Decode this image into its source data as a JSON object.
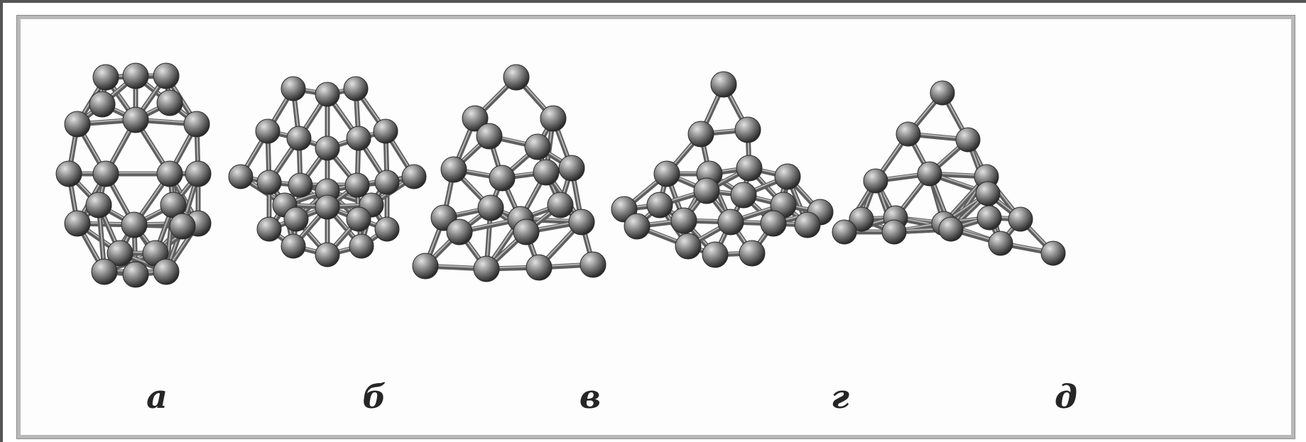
{
  "figure": {
    "panels": [
      {
        "label": "а",
        "shape": "elongated-cluster"
      },
      {
        "label": "б",
        "shape": "compact-polyhedral-cluster"
      },
      {
        "label": "в",
        "shape": "tetrahedral-cluster"
      },
      {
        "label": "г",
        "shape": "truncated-tetrahedral-cluster"
      },
      {
        "label": "д",
        "shape": "small-tetrahedral-cluster"
      }
    ],
    "colors": {
      "atom_light": "#e2e2e2",
      "atom_mid": "#8d8d8d",
      "atom_dark": "#2b2b2b",
      "bond": "#6a6a6a",
      "frame_border": "#b8b8b8",
      "outer_background": "#3a3a3a"
    }
  }
}
